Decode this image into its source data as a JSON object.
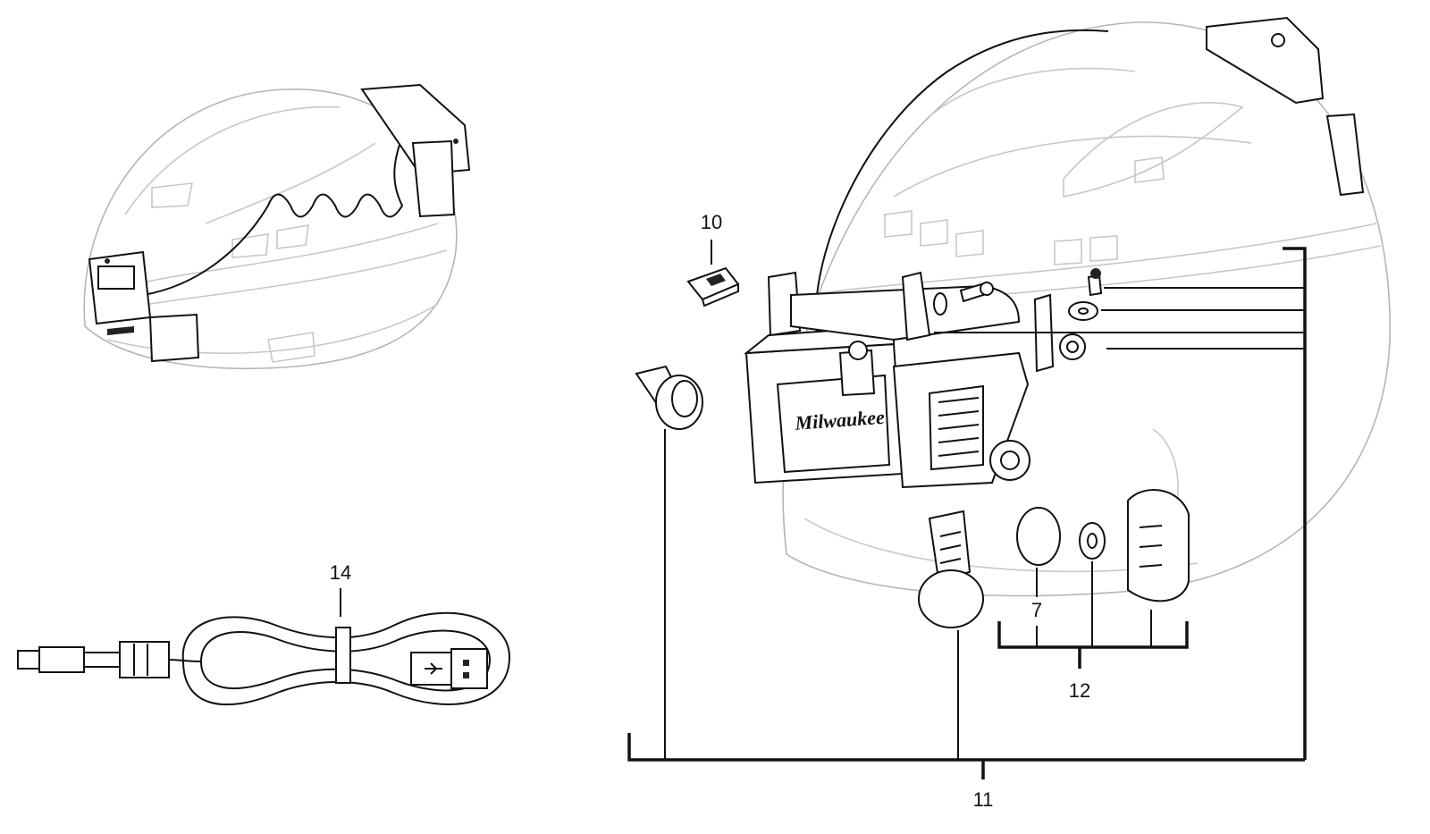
{
  "callouts": {
    "c7": "7",
    "c10": "10",
    "c11": "11",
    "c12": "12",
    "c14": "14"
  },
  "parts": {
    "helmet_assembled": "helmet-icon",
    "helmet_exploded": "helmet-icon",
    "clip_cover": "cover-icon",
    "charging_cable": "usb-cable-icon",
    "light_module": "light-module-icon",
    "side_mount": "mount-icon",
    "screw": "screw-icon",
    "washer": "washer-icon",
    "knob": "knob-icon",
    "pad": "pad-icon"
  },
  "brand_text": "Milwaukee"
}
